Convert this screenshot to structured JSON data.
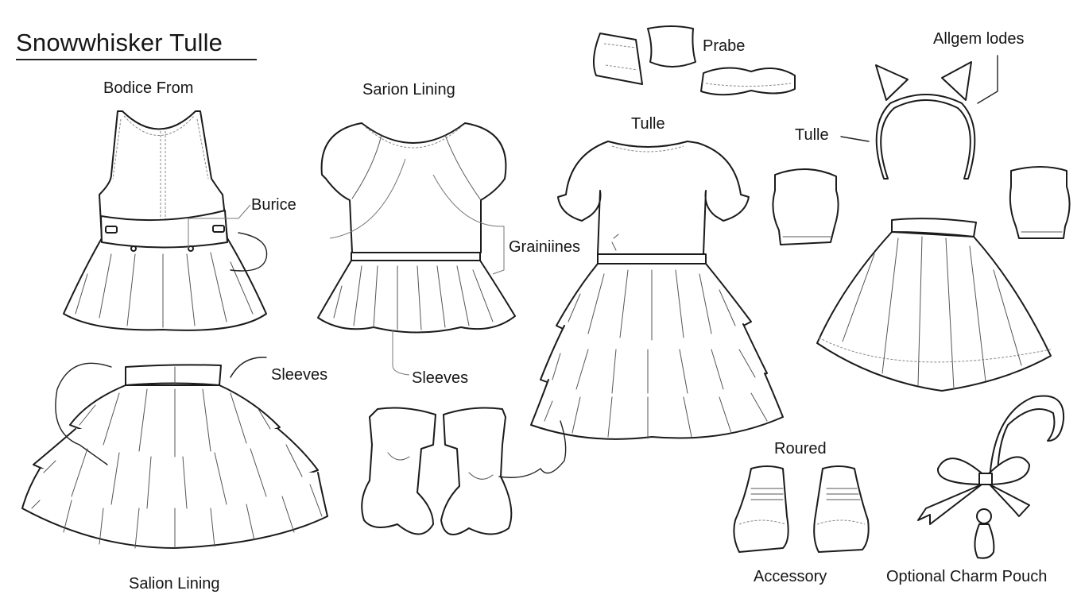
{
  "sheet": {
    "title": "Snowwhisker Tulle",
    "accent_color": "#1b1b1b",
    "background_color": "#ffffff"
  },
  "items": [
    {
      "id": "bodice",
      "label": "Bodice From",
      "callout": "Burice"
    },
    {
      "id": "puff-top",
      "label": "Sarion Lining",
      "callout": "Grainiines",
      "bottom_callout": "Sleeves"
    },
    {
      "id": "dress",
      "label": "Tulle"
    },
    {
      "id": "bandeau",
      "label": "Prabe"
    },
    {
      "id": "cat-ears-headband",
      "label": "Allgem lodes",
      "side_label": "Tulle"
    },
    {
      "id": "fluffy-cuffs",
      "label": ""
    },
    {
      "id": "full-skirt",
      "label": ""
    },
    {
      "id": "tiered-skirt",
      "label": "Salion Lining",
      "callout": "Sleeves"
    },
    {
      "id": "stockings",
      "label": ""
    },
    {
      "id": "shoes",
      "label": "Accessory",
      "top_label": "Roured"
    },
    {
      "id": "tail-bow",
      "label": "Optional Charm Pouch"
    }
  ]
}
